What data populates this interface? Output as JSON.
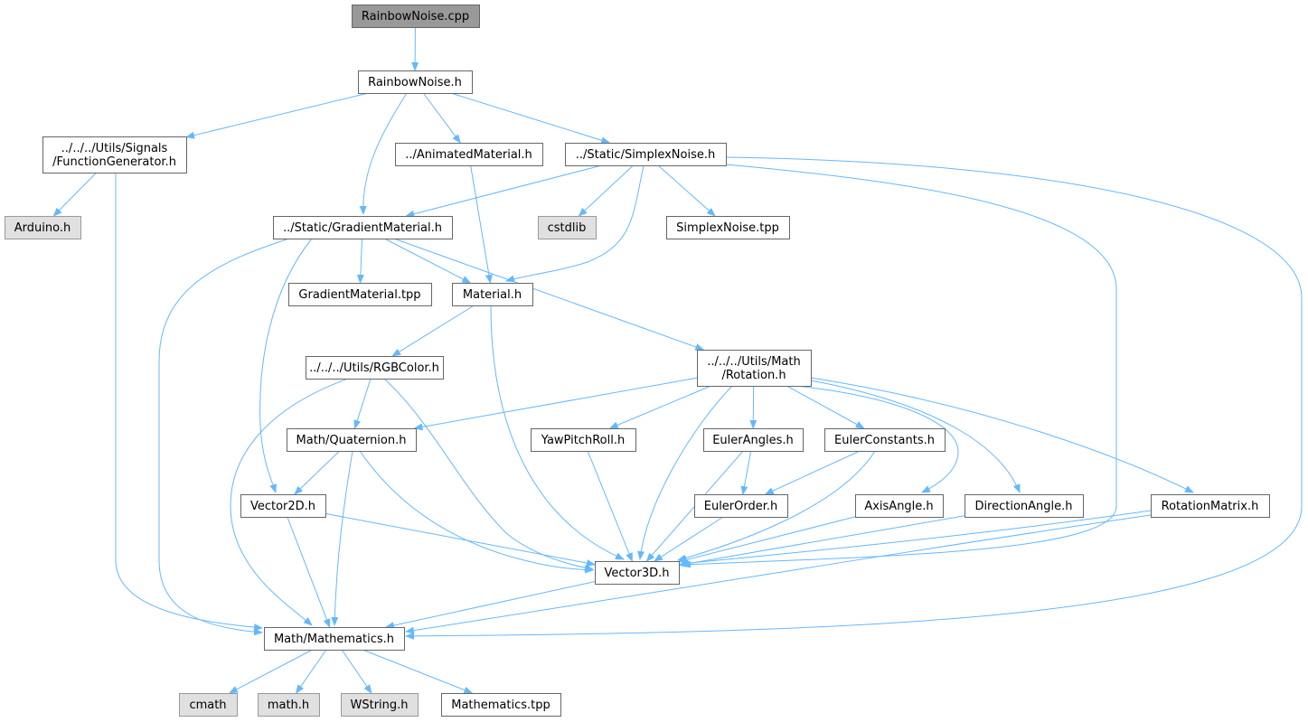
{
  "colors": {
    "edge": "#63b8ff",
    "node_border": "#666666",
    "node_fill": "#ffffff",
    "root_fill": "#999999",
    "root_border": "#666666",
    "system_fill": "#e0e0e0",
    "system_border": "#999999"
  },
  "nodes": [
    {
      "id": "rainbow_cpp",
      "label": [
        "RainbowNoise.cpp"
      ],
      "kind": "root"
    },
    {
      "id": "rainbow_h",
      "label": [
        "RainbowNoise.h"
      ],
      "kind": "file"
    },
    {
      "id": "funcgen",
      "label": [
        "../../../Utils/Signals",
        "/FunctionGenerator.h"
      ],
      "kind": "file"
    },
    {
      "id": "animated",
      "label": [
        "../AnimatedMaterial.h"
      ],
      "kind": "file"
    },
    {
      "id": "simplex_h",
      "label": [
        "../Static/SimplexNoise.h"
      ],
      "kind": "file"
    },
    {
      "id": "arduino",
      "label": [
        "Arduino.h"
      ],
      "kind": "system"
    },
    {
      "id": "gradient_h",
      "label": [
        "../Static/GradientMaterial.h"
      ],
      "kind": "file"
    },
    {
      "id": "cstdlib",
      "label": [
        "cstdlib"
      ],
      "kind": "system"
    },
    {
      "id": "simplex_tpp",
      "label": [
        "SimplexNoise.tpp"
      ],
      "kind": "file"
    },
    {
      "id": "gradient_tpp",
      "label": [
        "GradientMaterial.tpp"
      ],
      "kind": "file"
    },
    {
      "id": "material",
      "label": [
        "Material.h"
      ],
      "kind": "file"
    },
    {
      "id": "rgbcolor",
      "label": [
        "../../../Utils/RGBColor.h"
      ],
      "kind": "file"
    },
    {
      "id": "rotation",
      "label": [
        "../../../Utils/Math",
        "/Rotation.h"
      ],
      "kind": "file"
    },
    {
      "id": "quaternion",
      "label": [
        "Math/Quaternion.h"
      ],
      "kind": "file"
    },
    {
      "id": "ypr",
      "label": [
        "YawPitchRoll.h"
      ],
      "kind": "file"
    },
    {
      "id": "eulerangles",
      "label": [
        "EulerAngles.h"
      ],
      "kind": "file"
    },
    {
      "id": "eulerconst",
      "label": [
        "EulerConstants.h"
      ],
      "kind": "file"
    },
    {
      "id": "vector2d",
      "label": [
        "Vector2D.h"
      ],
      "kind": "file"
    },
    {
      "id": "eulerorder",
      "label": [
        "EulerOrder.h"
      ],
      "kind": "file"
    },
    {
      "id": "axisangle",
      "label": [
        "AxisAngle.h"
      ],
      "kind": "file"
    },
    {
      "id": "dirangle",
      "label": [
        "DirectionAngle.h"
      ],
      "kind": "file"
    },
    {
      "id": "rotmatrix",
      "label": [
        "RotationMatrix.h"
      ],
      "kind": "file"
    },
    {
      "id": "vector3d",
      "label": [
        "Vector3D.h"
      ],
      "kind": "file"
    },
    {
      "id": "mathematics",
      "label": [
        "Math/Mathematics.h"
      ],
      "kind": "file"
    },
    {
      "id": "cmath",
      "label": [
        "cmath"
      ],
      "kind": "system"
    },
    {
      "id": "math_h",
      "label": [
        "math.h"
      ],
      "kind": "system"
    },
    {
      "id": "wstring",
      "label": [
        "WString.h"
      ],
      "kind": "system"
    },
    {
      "id": "math_tpp",
      "label": [
        "Mathematics.tpp"
      ],
      "kind": "file"
    }
  ],
  "edges": [
    [
      "rainbow_cpp",
      "rainbow_h"
    ],
    [
      "rainbow_h",
      "funcgen"
    ],
    [
      "rainbow_h",
      "gradient_h"
    ],
    [
      "rainbow_h",
      "animated"
    ],
    [
      "rainbow_h",
      "simplex_h"
    ],
    [
      "funcgen",
      "arduino"
    ],
    [
      "funcgen",
      "mathematics"
    ],
    [
      "animated",
      "material"
    ],
    [
      "simplex_h",
      "gradient_h"
    ],
    [
      "simplex_h",
      "cstdlib"
    ],
    [
      "simplex_h",
      "material"
    ],
    [
      "simplex_h",
      "simplex_tpp"
    ],
    [
      "simplex_h",
      "vector3d"
    ],
    [
      "simplex_h",
      "mathematics"
    ],
    [
      "gradient_h",
      "gradient_tpp"
    ],
    [
      "gradient_h",
      "material"
    ],
    [
      "gradient_h",
      "rotation"
    ],
    [
      "gradient_h",
      "vector2d"
    ],
    [
      "gradient_h",
      "mathematics"
    ],
    [
      "material",
      "rgbcolor"
    ],
    [
      "material",
      "vector3d"
    ],
    [
      "rgbcolor",
      "quaternion"
    ],
    [
      "rgbcolor",
      "vector3d"
    ],
    [
      "rgbcolor",
      "mathematics"
    ],
    [
      "rotation",
      "quaternion"
    ],
    [
      "rotation",
      "ypr"
    ],
    [
      "rotation",
      "eulerangles"
    ],
    [
      "rotation",
      "eulerconst"
    ],
    [
      "rotation",
      "axisangle"
    ],
    [
      "rotation",
      "dirangle"
    ],
    [
      "rotation",
      "rotmatrix"
    ],
    [
      "rotation",
      "vector3d"
    ],
    [
      "quaternion",
      "vector2d"
    ],
    [
      "quaternion",
      "vector3d"
    ],
    [
      "quaternion",
      "mathematics"
    ],
    [
      "ypr",
      "vector3d"
    ],
    [
      "eulerangles",
      "eulerorder"
    ],
    [
      "eulerangles",
      "vector3d"
    ],
    [
      "eulerconst",
      "eulerorder"
    ],
    [
      "eulerconst",
      "vector3d"
    ],
    [
      "eulerorder",
      "vector3d"
    ],
    [
      "axisangle",
      "vector3d"
    ],
    [
      "dirangle",
      "vector3d"
    ],
    [
      "rotmatrix",
      "vector3d"
    ],
    [
      "rotmatrix",
      "mathematics"
    ],
    [
      "vector2d",
      "vector3d"
    ],
    [
      "vector2d",
      "mathematics"
    ],
    [
      "vector3d",
      "mathematics"
    ],
    [
      "mathematics",
      "cmath"
    ],
    [
      "mathematics",
      "math_h"
    ],
    [
      "mathematics",
      "wstring"
    ],
    [
      "mathematics",
      "math_tpp"
    ]
  ]
}
